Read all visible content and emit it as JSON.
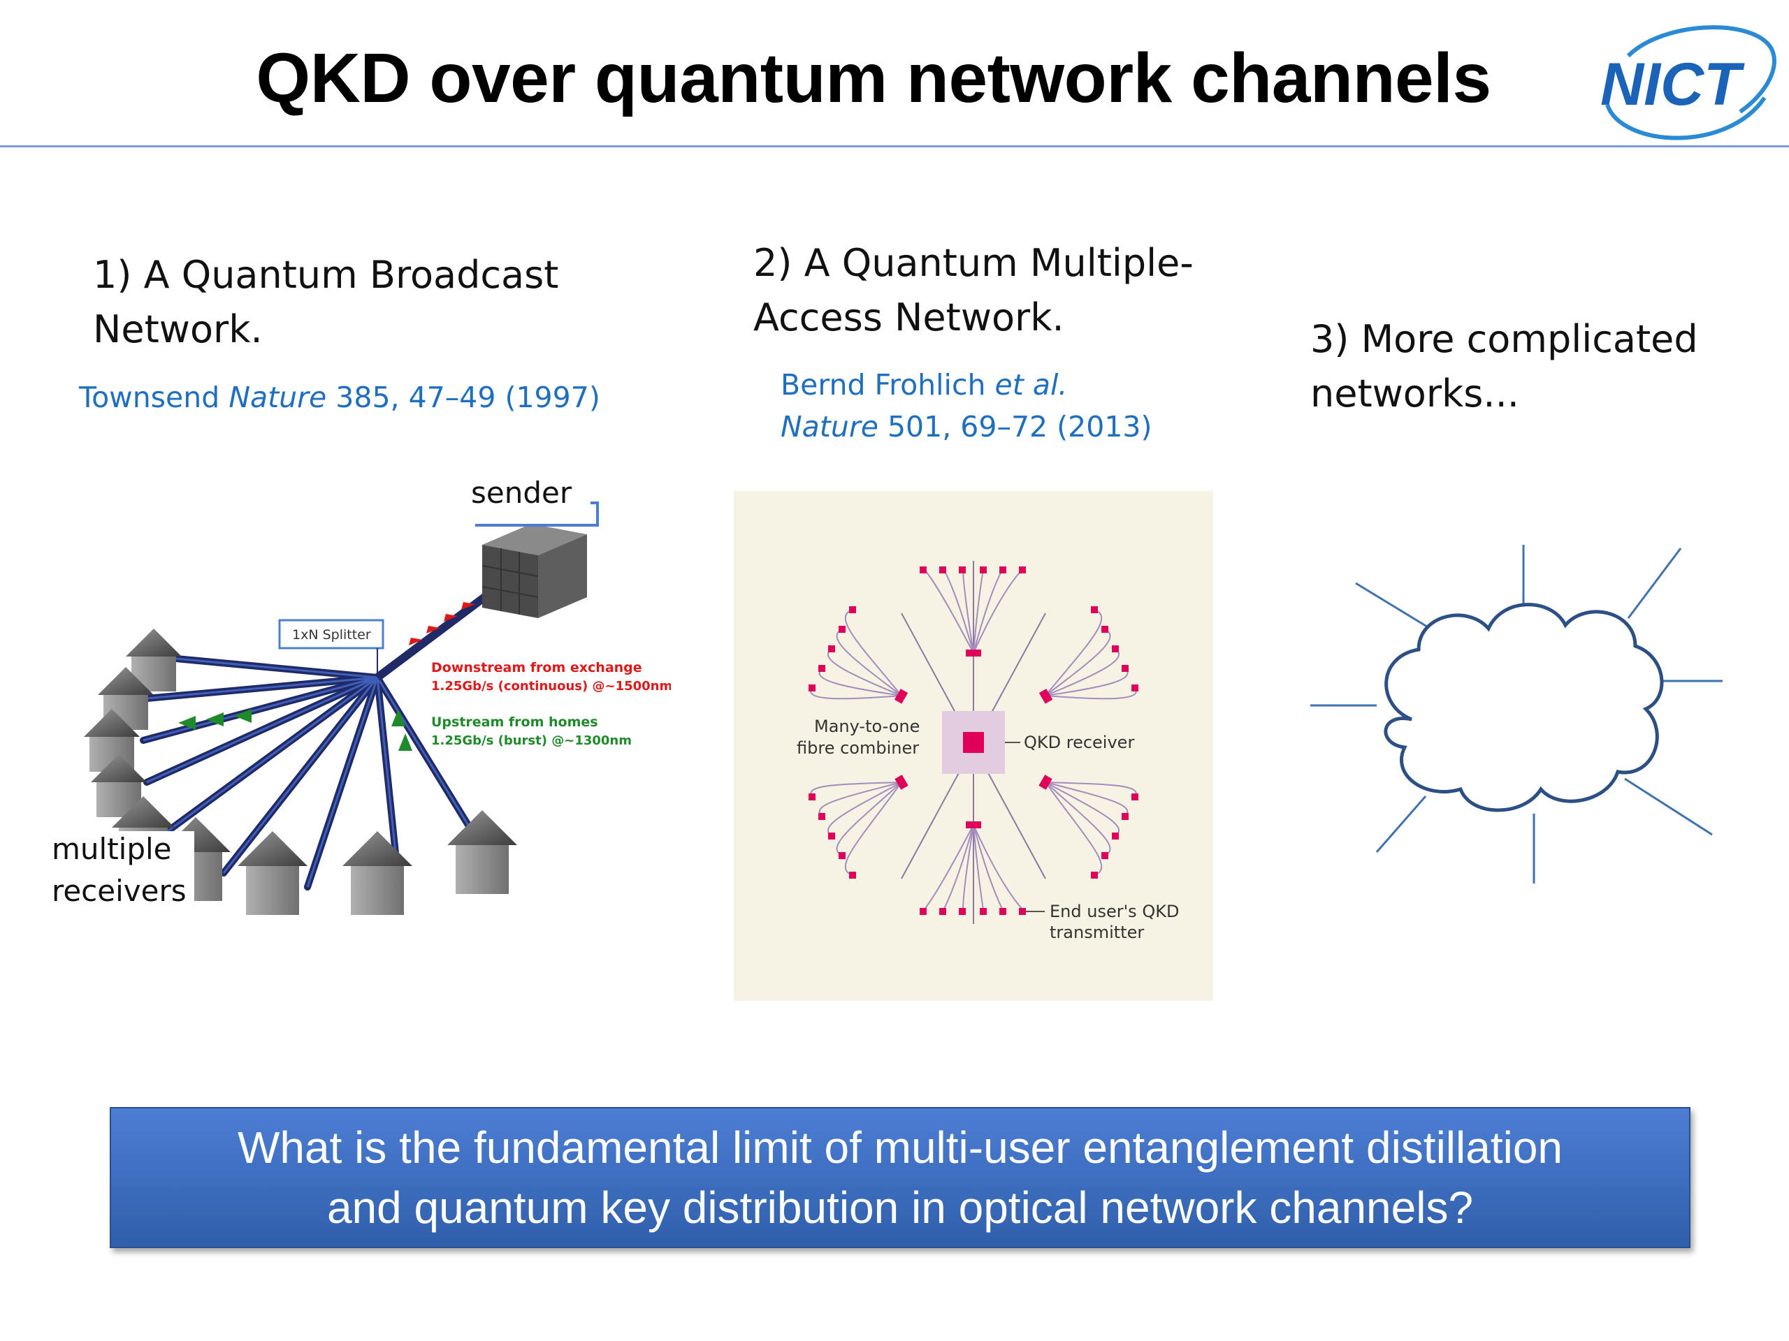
{
  "slide": {
    "title": "QKD over quantum network channels",
    "logo_text": "NICT"
  },
  "columns": [
    {
      "heading_line1": "1) A Quantum Broadcast",
      "heading_line2": "Network.",
      "citation_author": "Townsend ",
      "citation_journal": "Nature",
      "citation_ref": " 385, 47–49 (1997)",
      "figure": {
        "sender_label": "sender",
        "receivers_label_line1": "multiple",
        "receivers_label_line2": "receivers",
        "splitter_label": "1xN Splitter",
        "downstream_line1": "Downstream from exchange",
        "downstream_line2": "1.25Gb/s (continuous) @~1500nm",
        "upstream_line1": "Upstream from homes",
        "upstream_line2": "1.25Gb/s (burst) @~1300nm"
      }
    },
    {
      "heading_line1": "2) A Quantum Multiple-",
      "heading_line2": "Access Network.",
      "citation_author": "Bernd Frohlich ",
      "citation_etal": "et al.",
      "citation_journal": "Nature",
      "citation_ref": " 501, 69–72 (2013)",
      "figure": {
        "combiner_line1": "Many-to-one",
        "combiner_line2": "fibre combiner",
        "receiver_label": "QKD receiver",
        "transmitter_line1": "End user's QKD",
        "transmitter_line2": "transmitter"
      }
    },
    {
      "heading_line1": "3) More complicated",
      "heading_line2": "networks..."
    }
  ],
  "question": {
    "line1": "What is the fundamental limit of multi-user entanglement distillation",
    "line2": "and quantum key distribution in optical network channels?"
  },
  "colors": {
    "title_rule": "#7a9bd6",
    "citation": "#1f6fc0",
    "question_box": "#3a6cc0",
    "cloud": "#2c4f86",
    "node": "#e0005a",
    "downstream": "#e11818",
    "upstream": "#1f8a2a"
  }
}
